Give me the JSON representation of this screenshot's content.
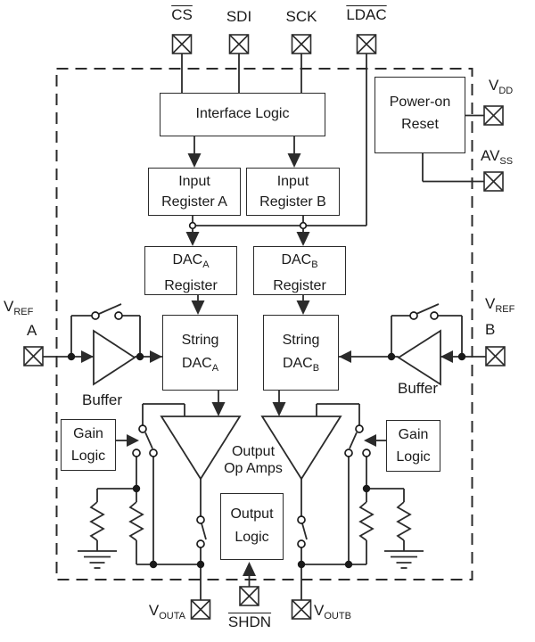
{
  "diagram": {
    "title": "Dual DAC functional block diagram",
    "colors": {
      "line": "#2b2b2b",
      "text": "#1a1a1a",
      "background": "#ffffff"
    },
    "pins": {
      "cs": {
        "label": "CS"
      },
      "sdi": {
        "label": "SDI"
      },
      "sck": {
        "label": "SCK"
      },
      "ldac": {
        "label": "LDAC"
      },
      "vdd": {
        "base": "V",
        "sub": "DD"
      },
      "avss": {
        "base": "AV",
        "sub": "SS"
      },
      "vref_a": {
        "base": "V",
        "sub": "REF",
        "line2": "A"
      },
      "vref_b": {
        "base": "V",
        "sub": "REF",
        "line2": "B"
      },
      "vout_a": {
        "base": "V",
        "sub": "OUTA"
      },
      "vout_b": {
        "base": "V",
        "sub": "OUTB"
      },
      "shdn": {
        "label": "SHDN"
      }
    },
    "blocks": {
      "interface_logic": {
        "label": "Interface Logic"
      },
      "input_register_a": {
        "line1": "Input",
        "line2": "Register A"
      },
      "input_register_b": {
        "line1": "Input",
        "line2": "Register B"
      },
      "power_on_reset": {
        "line1": "Power-on",
        "line2": "Reset"
      },
      "dac_register_a": {
        "base": "DAC",
        "sub": "A",
        "line2": "Register"
      },
      "dac_register_b": {
        "base": "DAC",
        "sub": "B",
        "line2": "Register"
      },
      "string_dac_a": {
        "line1": "String",
        "base": "DAC",
        "sub": "A"
      },
      "string_dac_b": {
        "line1": "String",
        "base": "DAC",
        "sub": "B"
      },
      "gain_logic_left": {
        "line1": "Gain",
        "line2": "Logic"
      },
      "gain_logic_right": {
        "line1": "Gain",
        "line2": "Logic"
      },
      "output_logic": {
        "line1": "Output",
        "line2": "Logic"
      }
    },
    "labels": {
      "buffer_left": "Buffer",
      "buffer_right": "Buffer",
      "op_amps": {
        "line1": "Output",
        "line2": "Op Amps"
      }
    }
  }
}
